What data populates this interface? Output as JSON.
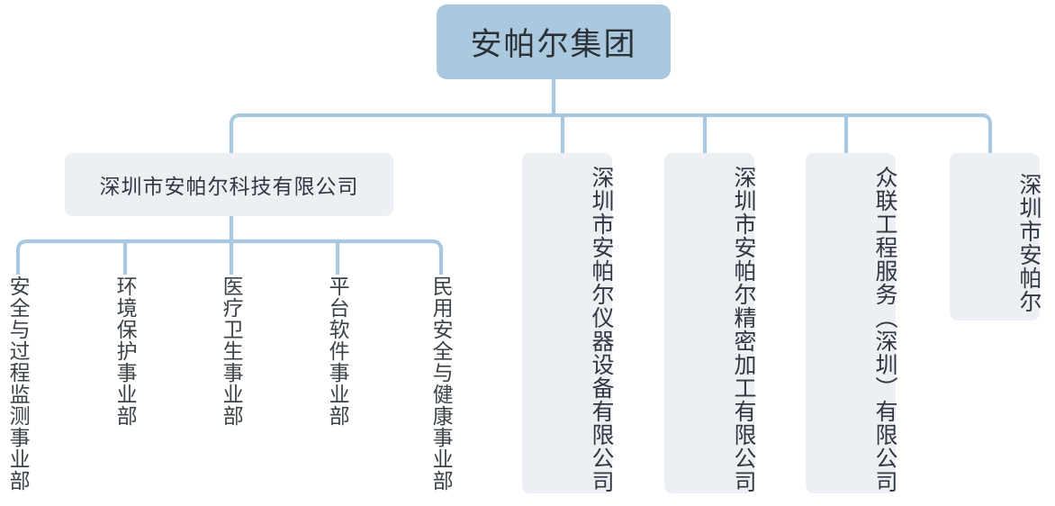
{
  "chart_data": {
    "type": "diagram",
    "title": "安帕尔集团组织架构图",
    "orientation": "top-down-tree",
    "levels": 3,
    "accent_line_color": "#a8c8e0",
    "root_fill": "#abc9de",
    "node_fill": "#eceff3",
    "text_color": "#31383f"
  },
  "root": {
    "label": "安帕尔集团",
    "fill": "#abc9de"
  },
  "level2": [
    {
      "label": "深圳市安帕尔科技有限公司",
      "layout": "horizontal",
      "fill": "#eceff3"
    },
    {
      "label": "深圳市安帕尔仪器设备有限公司",
      "layout": "vertical",
      "fill": "#eceff3"
    },
    {
      "label": "深圳市安帕尔精密加工有限公司",
      "layout": "vertical",
      "fill": "#eceff3"
    },
    {
      "label": "众联工程服务（深圳）有限公司",
      "layout": "vertical",
      "fill": "#eceff3"
    },
    {
      "label": "深圳市安帕尔",
      "layout": "vertical",
      "fill": "#eceff3"
    }
  ],
  "level3": [
    {
      "label": "安全与过程监测事业部",
      "parent": "深圳市安帕尔科技有限公司"
    },
    {
      "label": "环境保护事业部",
      "parent": "深圳市安帕尔科技有限公司"
    },
    {
      "label": "医疗卫生事业部",
      "parent": "深圳市安帕尔科技有限公司"
    },
    {
      "label": "平台软件事业部",
      "parent": "深圳市安帕尔科技有限公司"
    },
    {
      "label": "民用安全与健康事业部",
      "parent": "深圳市安帕尔科技有限公司"
    }
  ]
}
